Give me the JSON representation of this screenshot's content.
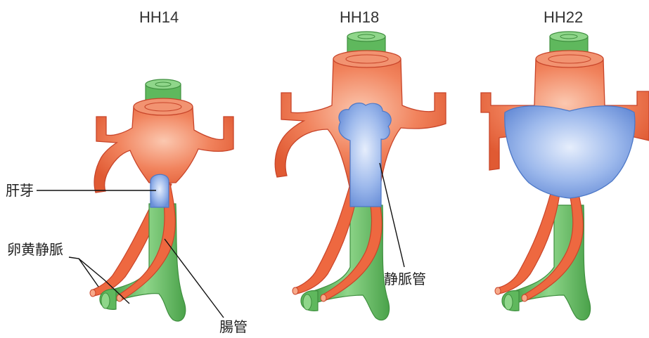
{
  "stages": [
    {
      "title": "HH14"
    },
    {
      "title": "HH18"
    },
    {
      "title": "HH22"
    }
  ],
  "labels": {
    "liver_bud": "肝芽",
    "vitelline_veins": "卵黄静脈",
    "gut_tube": "腸管",
    "ductus_venosus": "静脈管"
  },
  "colors": {
    "vessel": "#ee6840",
    "vessel_dark": "#c8452a",
    "gut": "#6cc267",
    "gut_dark": "#3f8f3f",
    "liver": "#86a9e6",
    "liver_dark": "#4d78c7"
  }
}
